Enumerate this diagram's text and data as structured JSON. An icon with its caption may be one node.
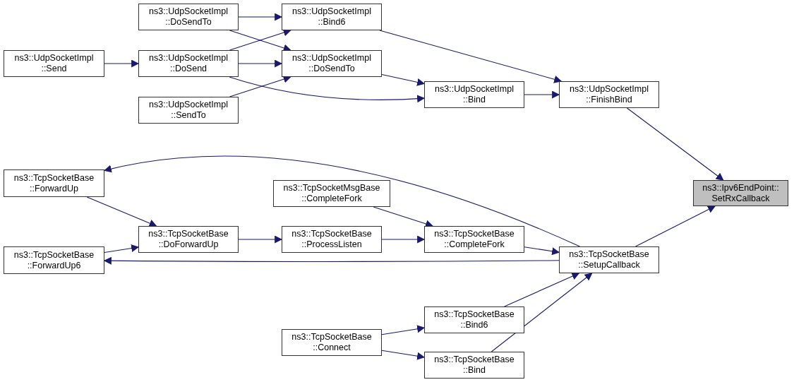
{
  "diagram": {
    "nodes": [
      {
        "text": [
          "ns3::Ipv6EndPoint:: SetRxCallback"
        ]
      },
      {
        "text": [
          "ns3::UdpSocketImpl ::FinishBind"
        ]
      },
      {
        "text": [
          "ns3::TcpSocketBase ::SetupCallback"
        ]
      },
      {
        "text": [
          "ns3::UdpSocketImpl ::Bind6"
        ]
      },
      {
        "text": [
          "ns3::UdpSocketImpl ::DoSendTo"
        ]
      },
      {
        "text": [
          "ns3::UdpSocketImpl ::Bind"
        ]
      },
      {
        "text": [
          "ns3::TcpSocketBase ::ForwardUp"
        ]
      },
      {
        "text": [
          "ns3::TcpSocketBase ::ForwardUp6"
        ]
      },
      {
        "text": [
          "ns3::TcpSocketBase ::CompleteFork"
        ]
      },
      {
        "text": [
          "ns3::TcpSocketBase ::Bind6"
        ]
      },
      {
        "text": [
          "ns3::TcpSocketBase ::Bind"
        ]
      },
      {
        "text": [
          "ns3::UdpSocketImpl ::DoSendTo"
        ]
      },
      {
        "text": [
          "ns3::UdpSocketImpl ::DoSend"
        ]
      },
      {
        "text": [
          "ns3::UdpSocketImpl ::SendTo"
        ]
      },
      {
        "text": [
          "ns3::UdpSocketImpl ::Send"
        ]
      },
      {
        "text": [
          "ns3::TcpSocketMsgBase ::CompleteFork"
        ]
      },
      {
        "text": [
          "ns3::TcpSocketBase ::DoForwardUp"
        ]
      },
      {
        "text": [
          "ns3::TcpSocketBase ::ProcessListen"
        ]
      },
      {
        "text": [
          "ns3::TcpSocketBase ::Connect"
        ]
      }
    ],
    "edges": [
      {
        "from": 1,
        "to": 0,
        "arrow": "to"
      },
      {
        "from": 2,
        "to": 0,
        "arrow": "to"
      },
      {
        "from": 3,
        "to": 1,
        "arrow": "to"
      },
      {
        "from": 5,
        "to": 1,
        "arrow": "to"
      },
      {
        "from": 4,
        "to": 5,
        "arrow": "to"
      },
      {
        "from": 12,
        "to": 5,
        "arrow": "to"
      },
      {
        "from": 11,
        "to": 3,
        "arrow": "to"
      },
      {
        "from": 11,
        "to": 4,
        "arrow": "to"
      },
      {
        "from": 12,
        "to": 3,
        "arrow": "to"
      },
      {
        "from": 12,
        "to": 4,
        "arrow": "to"
      },
      {
        "from": 13,
        "to": 4,
        "arrow": "to"
      },
      {
        "from": 14,
        "to": 12,
        "arrow": "to"
      },
      {
        "from": 8,
        "to": 2,
        "arrow": "to"
      },
      {
        "from": 9,
        "to": 2,
        "arrow": "to"
      },
      {
        "from": 10,
        "to": 2,
        "arrow": "to"
      },
      {
        "from": 2,
        "to": 6,
        "arrow": "to"
      },
      {
        "from": 2,
        "to": 7,
        "arrow": "to"
      },
      {
        "from": 15,
        "to": 8,
        "arrow": "to"
      },
      {
        "from": 17,
        "to": 8,
        "arrow": "to"
      },
      {
        "from": 16,
        "to": 17,
        "arrow": "to"
      },
      {
        "from": 6,
        "to": 16,
        "arrow": "to"
      },
      {
        "from": 7,
        "to": 16,
        "arrow": "to"
      },
      {
        "from": 18,
        "to": 9,
        "arrow": "to"
      },
      {
        "from": 18,
        "to": 10,
        "arrow": "to"
      }
    ]
  }
}
